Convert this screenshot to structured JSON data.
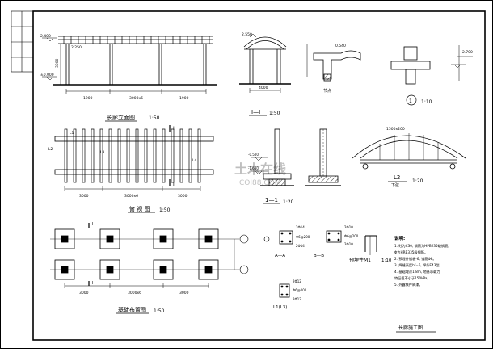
{
  "drawing": {
    "elevation_title": "长廊立面图",
    "elevation_scale": "1:50",
    "elev_levels": [
      "2.400",
      "2.250",
      "±0.000"
    ],
    "elev_height": "3000",
    "elev_dims": [
      "1900",
      "3000x6",
      "1900"
    ],
    "section_top_mark": "2.550",
    "section_width": "4000",
    "section_1_title": "I—I",
    "section_1_scale": "1:50",
    "plan_title": "俯 视 图",
    "plan_scale": "1:50",
    "plan_labels": [
      "L1",
      "L2",
      "L3",
      "L4"
    ],
    "plan_dims": [
      "3000",
      "3000x6",
      "3000"
    ],
    "section_mark": "I",
    "foundation_title": "基础布置图",
    "foundation_scale": "1:50",
    "foundation_dims": [
      "3000",
      "3000x6",
      "3000"
    ],
    "detail_1_label": "节点",
    "detail_1_marks": [
      "0.540",
      "2.700"
    ],
    "detail_1_scale": "1:10",
    "detail_1_num": "1",
    "column_section_title": "1—1",
    "column_section_scale": "1:20",
    "column_section_marks": [
      "-0.500",
      "-1.600"
    ],
    "arch_title": "L2",
    "arch_sub": "下弦",
    "arch_scale": "1:20",
    "arch_dim": "1500x200",
    "sec_a_title": "A—A",
    "sec_b_title": "B—B",
    "sec_a_labels": [
      "2Φ14",
      "Φ6@200",
      "2Φ14"
    ],
    "sec_b_labels": [
      "2Φ10",
      "Φ6@200",
      "2Φ10"
    ],
    "sec_l1_title": "L1(L3)",
    "sec_l1_labels": [
      "2Φ12",
      "Φ6@200",
      "2Φ12"
    ],
    "embed_title": "预埋件M1",
    "embed_scale": "1:10",
    "notes_heading": "说明:",
    "notes": [
      "1. 砼为C30, 钢筋为HPB235级钢筋,",
      "   Φ为HRB335级钢筋。",
      "2. 预埋件钢板-6, 锚筋Φ8。",
      "3. 焊缝高度hf=6, 焊条E43型。",
      "4. 基础埋深1.8m, 地基承载力",
      "   特征值不小于150kPa。",
      "5. 外露铁件刷漆。"
    ],
    "sheet_title": "长廊施工图",
    "watermark": "土木在线",
    "watermark_url": "COI88.COM"
  }
}
